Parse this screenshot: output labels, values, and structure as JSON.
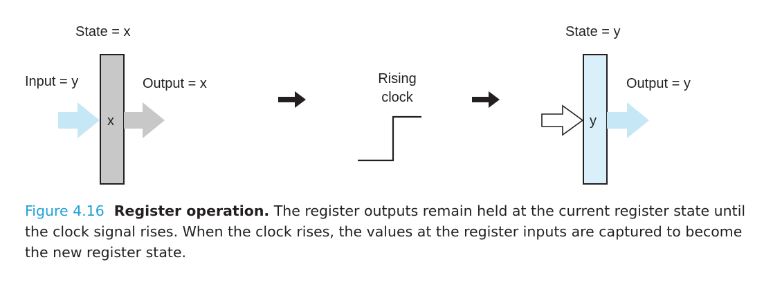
{
  "diagram": {
    "before": {
      "state_label": "State = x",
      "input_label": "Input = y",
      "output_label": "Output = x",
      "register_value": "x",
      "register_fill": "#c8c8c9",
      "input_arrow_color": "#c6e7f6",
      "output_arrow_color": "#c8c8c9"
    },
    "clock": {
      "label_line1": "Rising",
      "label_line2": "clock"
    },
    "after": {
      "state_label": "State = y",
      "output_label": "Output =  y",
      "register_value": "y",
      "register_fill": "#d9f0fb",
      "output_arrow_color": "#c6e7f6"
    }
  },
  "caption": {
    "figure_number": "Figure 4.16",
    "title": "Register operation.",
    "text": " The register outputs remain held at the current register state until the clock signal rises. When the clock rises, the values at the register inputs are captured to become the new register state."
  }
}
